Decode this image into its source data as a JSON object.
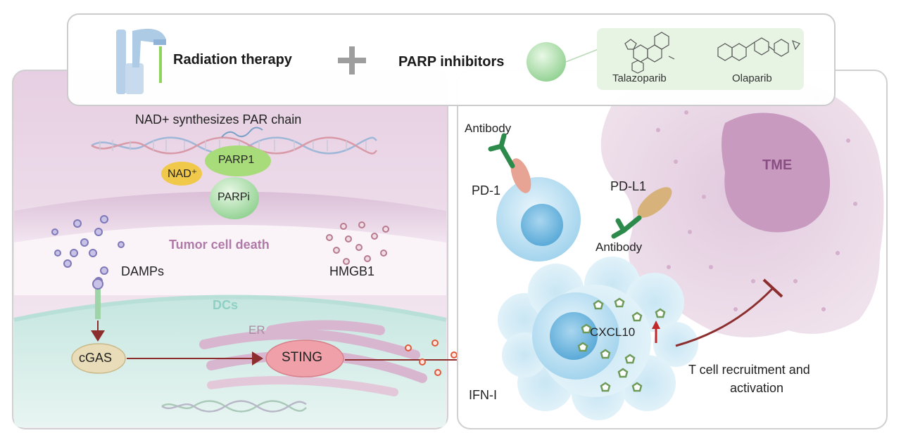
{
  "header": {
    "radiation_label": "Radiation therapy",
    "parp_label": "PARP inhibitors",
    "drugs": [
      "Talazoparib",
      "Olaparib"
    ]
  },
  "left_panel": {
    "title": "NAD+ synthesizes PAR chain",
    "nad_label": "NAD⁺",
    "parp1_label": "PARP1",
    "parpi_label": "PARPi",
    "tumor_death_label": "Tumor cell death",
    "damps_label": "DAMPs",
    "hmgb1_label": "HMGB1",
    "dcs_label": "DCs",
    "er_label": "ER",
    "cgas_label": "cGAS",
    "sting_label": "STING"
  },
  "right_panel": {
    "antibody_top_label": "Antibody",
    "pd1_label": "PD-1",
    "pdl1_label": "PD-L1",
    "antibody_mid_label": "Antibody",
    "tme_label": "TME",
    "cxcl10_label": "CXCL10",
    "ifn_label": "IFN-I",
    "tcell_line1": "T cell recruitment and",
    "tcell_line2": "activation"
  },
  "colors": {
    "accent_arrow": "#8c2e2e",
    "tumor_purple": "#d7b8d4",
    "dc_teal": "#cfe9e4",
    "tme_purple": "#c08cb8",
    "antibody_green": "#2c8a4a"
  }
}
